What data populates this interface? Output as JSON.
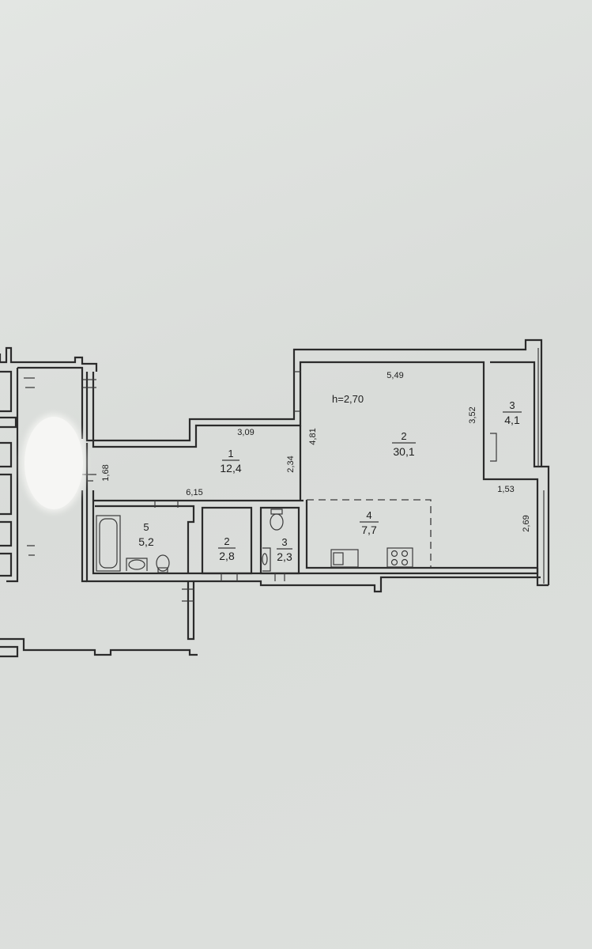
{
  "height_label": "h=2,70",
  "rooms": {
    "hall": {
      "num": "1",
      "area": "12,4"
    },
    "living": {
      "num": "2",
      "area": "30,1"
    },
    "balcony": {
      "num": "3",
      "area": "4,1"
    },
    "kitchen": {
      "num": "4",
      "area": "7,7"
    },
    "bath": {
      "num": "5",
      "area": "5,2"
    },
    "storage": {
      "num": "2",
      "area": "2,8"
    },
    "toilet": {
      "num": "3",
      "area": "2,3"
    }
  },
  "dimensions": {
    "d549": "5,49",
    "d309": "3,09",
    "d615": "6,15",
    "d168": "1,68",
    "d234": "2,34",
    "d481": "4,81",
    "d352": "3,52",
    "d153": "1,53",
    "d269": "2,69"
  }
}
